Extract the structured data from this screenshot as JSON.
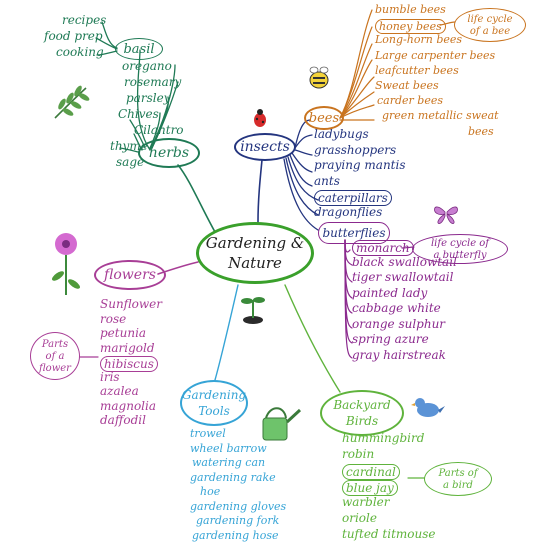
{
  "center": {
    "line1": "Gardening &",
    "line2": "Nature",
    "color": "#3aa02b"
  },
  "herbs": {
    "label": "herbs",
    "color": "#1f7a55",
    "basil": "basil",
    "basil_children": [
      "recipes",
      "food prep",
      "cooking"
    ],
    "items": [
      "oregano",
      "rosemary",
      "parsley",
      "Chives",
      "Cilantro",
      "thyme",
      "sage"
    ]
  },
  "insects": {
    "label": "insects",
    "color": "#24357f",
    "items": [
      "ladybugs",
      "grasshoppers",
      "praying mantis",
      "ants",
      "caterpillars",
      "dragonflies"
    ]
  },
  "bees": {
    "label": "bees",
    "color": "#c9741f",
    "items": [
      "bumble bees",
      "honey bees",
      "Long-horn bees",
      "Large carpenter bees",
      "leafcutter bees",
      "Sweat bees",
      "carder bees",
      "green metallic sweat",
      "bees"
    ],
    "life_cycle": [
      "life cycle",
      "of a bee"
    ]
  },
  "butterflies": {
    "label": "butterflies",
    "color": "#8b2a8e",
    "life_cycle": [
      "life cycle of",
      "a butterfly"
    ],
    "items": [
      "monarch",
      "black swallowtail",
      "tiger swallowtail",
      "painted lady",
      "cabbage white",
      "orange sulphur",
      "spring azure",
      "gray hairstreak"
    ]
  },
  "flowers": {
    "label": "flowers",
    "color": "#a83e96",
    "parts": [
      "Parts",
      "of a",
      "flower"
    ],
    "items": [
      "Sunflower",
      "rose",
      "petunia",
      "marigold",
      "hibiscus",
      "iris",
      "azalea",
      "magnolia",
      "daffodil"
    ]
  },
  "tools": {
    "label": [
      "Gardening",
      "Tools"
    ],
    "color": "#36a4d6",
    "items": [
      "trowel",
      "wheel barrow",
      "watering can",
      "gardening rake",
      "hoe",
      "gardening gloves",
      "gardening fork",
      "gardening hose"
    ]
  },
  "birds": {
    "label": [
      "Backyard",
      "Birds"
    ],
    "color": "#5fb33c",
    "parts": [
      "Parts of",
      "a bird"
    ],
    "items": [
      "hummingbird",
      "robin",
      "cardinal",
      "blue jay",
      "warbler",
      "oriole",
      "tufted titmouse"
    ]
  },
  "icons": [
    "herb-sprig-icon",
    "ladybug-icon",
    "bee-icon",
    "butterfly-icon",
    "flower-icon",
    "seedling-icon",
    "watering-can-icon",
    "bird-icon"
  ]
}
